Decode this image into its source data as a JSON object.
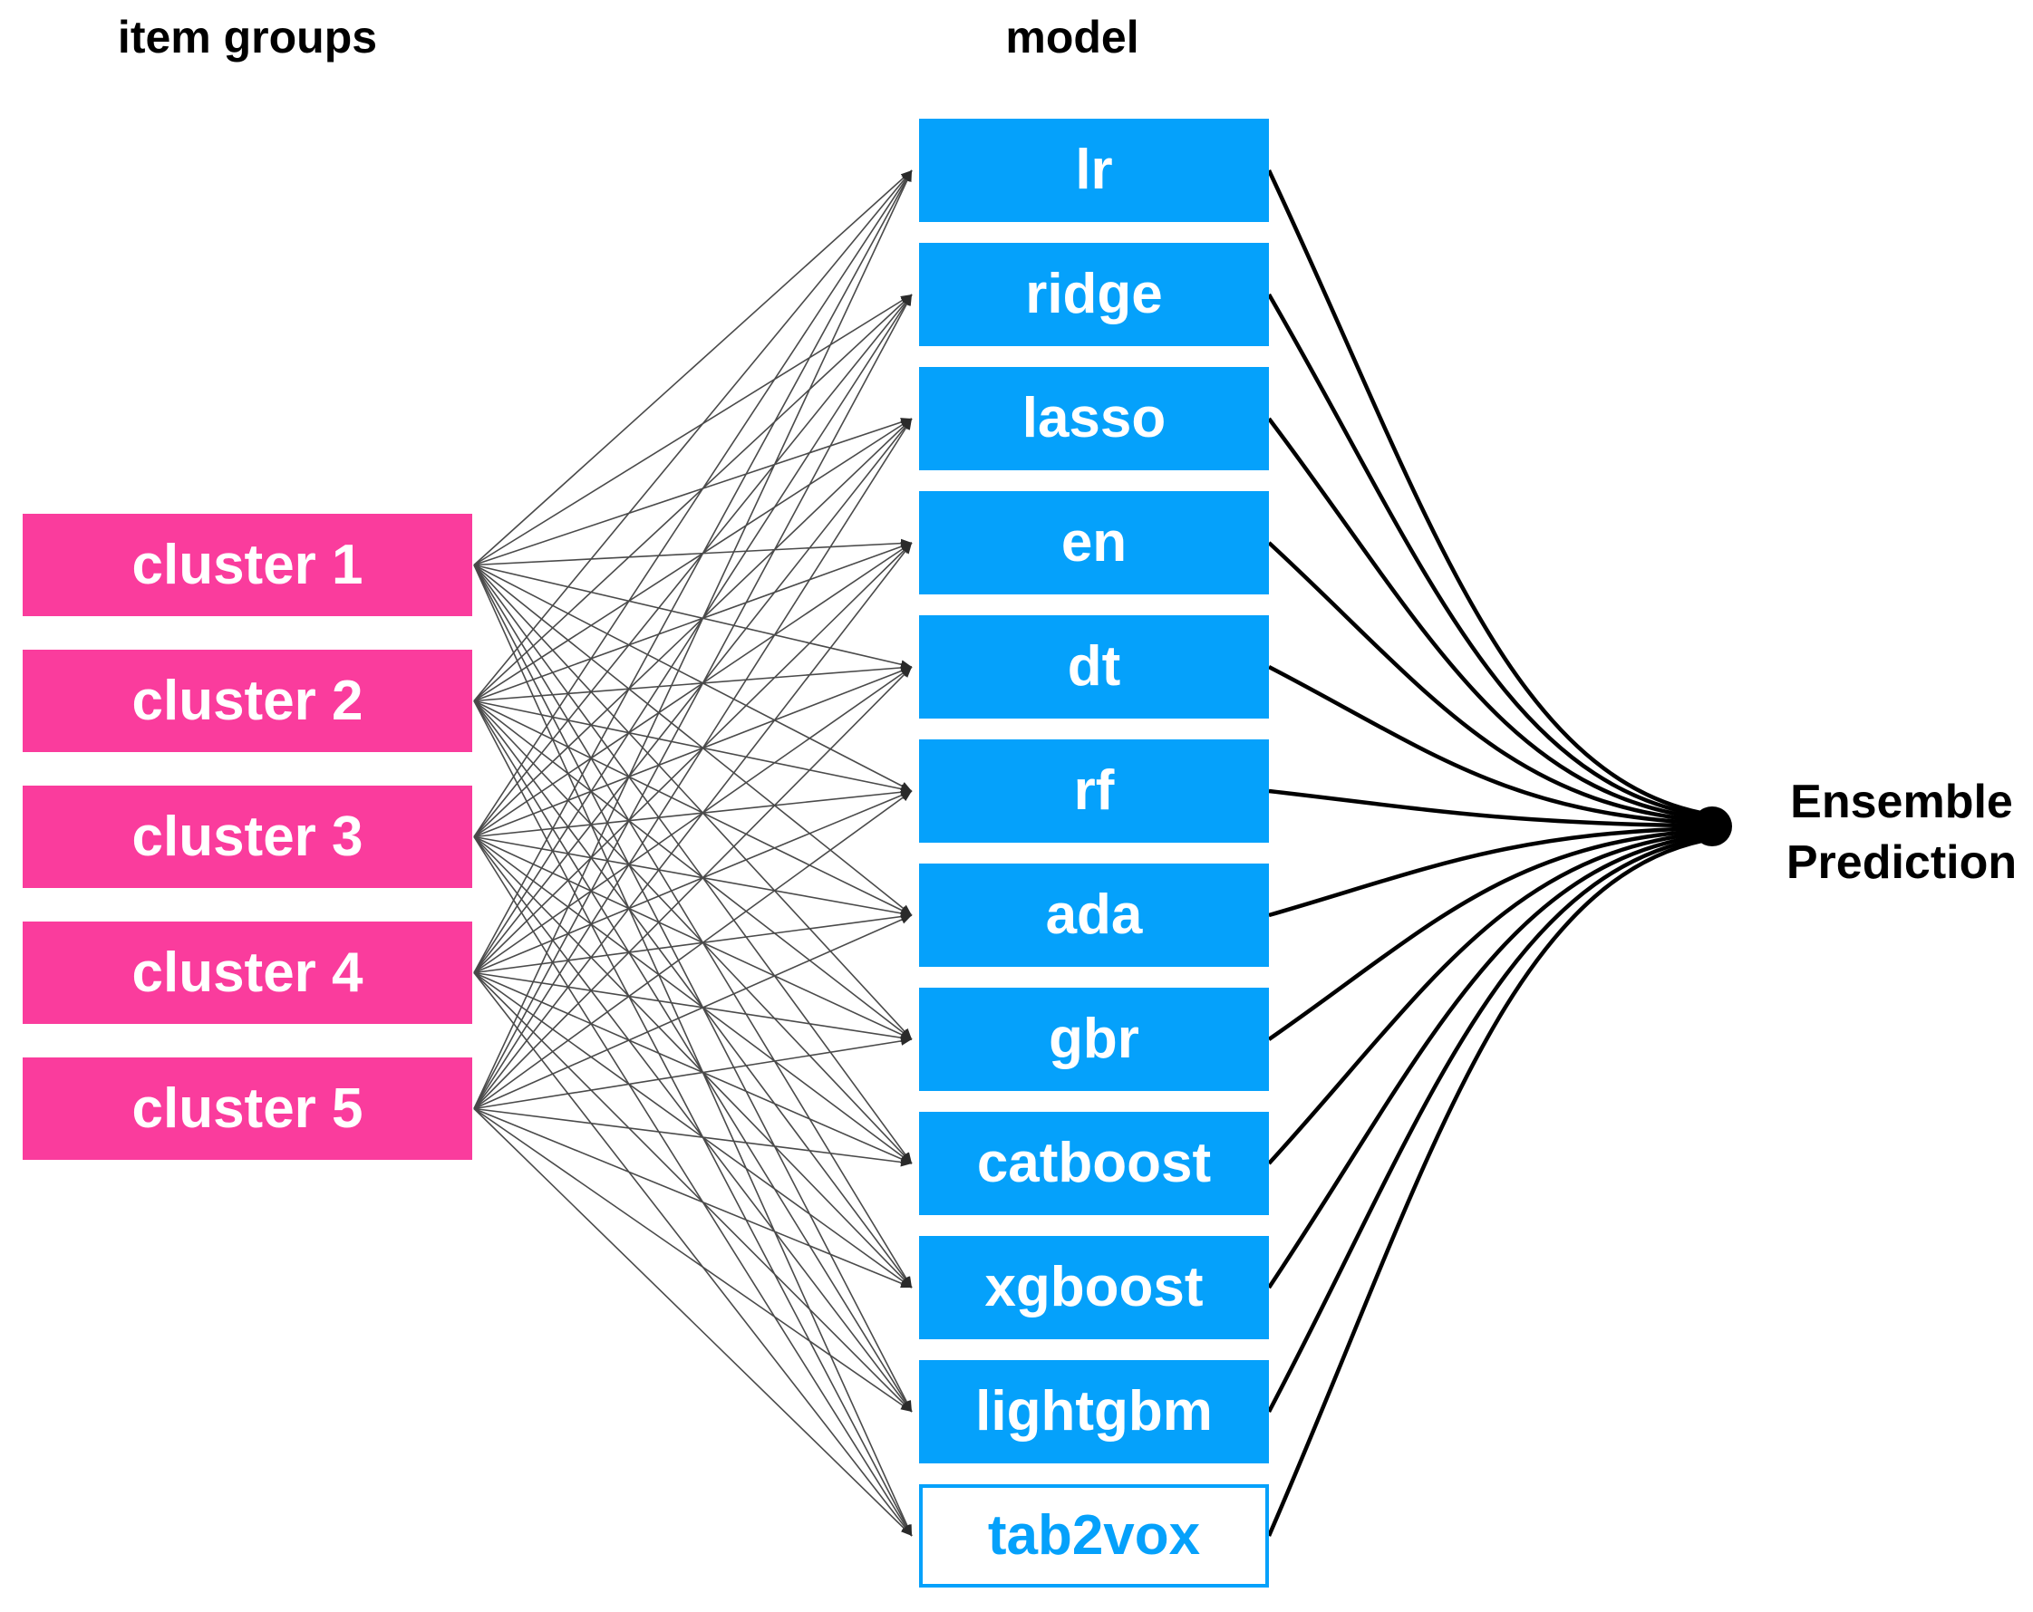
{
  "titles": {
    "item_groups": "item groups",
    "model": "model"
  },
  "clusters": [
    {
      "label": "cluster 1"
    },
    {
      "label": "cluster 2"
    },
    {
      "label": "cluster 3"
    },
    {
      "label": "cluster 4"
    },
    {
      "label": "cluster 5"
    }
  ],
  "models": [
    {
      "label": "lr",
      "style": "solid"
    },
    {
      "label": "ridge",
      "style": "solid"
    },
    {
      "label": "lasso",
      "style": "solid"
    },
    {
      "label": "en",
      "style": "solid"
    },
    {
      "label": "dt",
      "style": "solid"
    },
    {
      "label": "rf",
      "style": "solid"
    },
    {
      "label": "ada",
      "style": "solid"
    },
    {
      "label": "gbr",
      "style": "solid"
    },
    {
      "label": "catboost",
      "style": "solid"
    },
    {
      "label": "xgboost",
      "style": "solid"
    },
    {
      "label": "lightgbm",
      "style": "solid"
    },
    {
      "label": "tab2vox",
      "style": "outline"
    }
  ],
  "ensemble": {
    "line1": "Ensemble",
    "line2": "Prediction"
  },
  "colors": {
    "cluster_fill": "#FA3C9D",
    "model_fill": "#05A1FB",
    "edge_line": "#4a4a4a",
    "edge_arrow": "#2a2a2a",
    "edge_curve": "#000000",
    "dot_fill": "#000000",
    "box_text": "#FFFFFF",
    "title_text": "#000000"
  }
}
